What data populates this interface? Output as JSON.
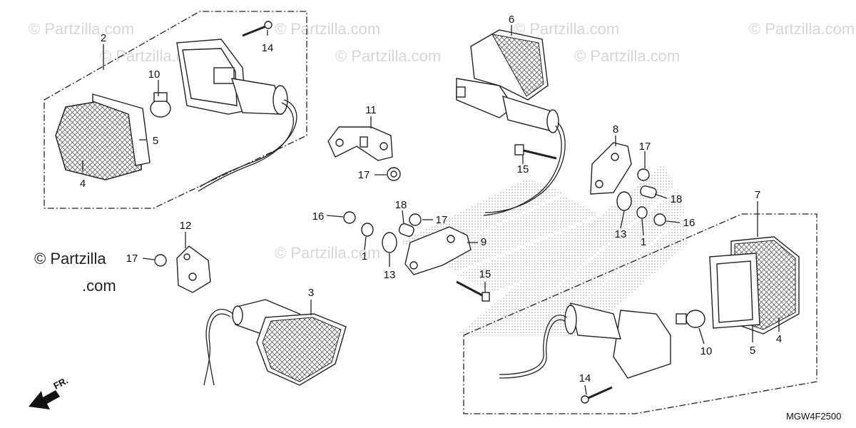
{
  "watermarks": [
    "© Partzilla.com",
    "© Partzilla.com",
    "© Partzilla.com",
    "© Partzilla.com",
    "© Partzilla.com",
    "© Partzilla.com",
    "© Partzilla.com",
    "© Partzilla.com"
  ],
  "brand_watermark": "© Partzilla.com",
  "diagram_code": "MGW4F2500",
  "front_arrow_label": "FR.",
  "callouts": [
    "2",
    "14",
    "10",
    "5",
    "4",
    "6",
    "11",
    "17",
    "8",
    "17",
    "15",
    "18",
    "16",
    "18",
    "17",
    "9",
    "12",
    "17",
    "1",
    "13",
    "13",
    "1",
    "16",
    "15",
    "3",
    "7",
    "4",
    "5",
    "10",
    "14"
  ]
}
